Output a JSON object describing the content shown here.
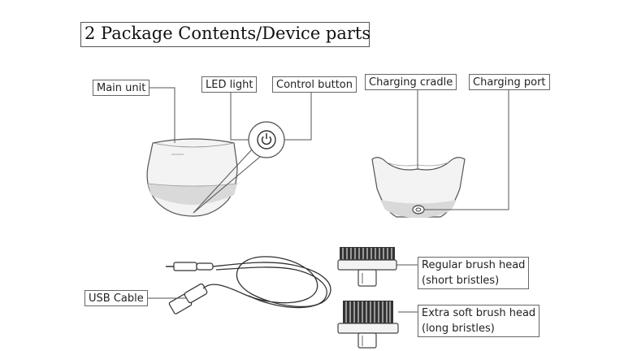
{
  "title": "2 Package Contents/Device parts",
  "labels": {
    "main_unit": "Main unit",
    "led_light": "LED light",
    "control_button": "Control button",
    "charging_cradle": "Charging cradle",
    "charging_port": "Charging port",
    "usb_cable": "USB Cable",
    "regular_brush_head_line1": "Regular brush head",
    "regular_brush_head_line2": "(short bristles)",
    "extra_soft_brush_head_line1": "Extra soft brush head",
    "extra_soft_brush_head_line2": "(long bristles)"
  },
  "colors": {
    "line": "#444444",
    "device_fill": "#f3f3f3",
    "device_shade": "#d9d9d9",
    "bristles": "#333333"
  }
}
